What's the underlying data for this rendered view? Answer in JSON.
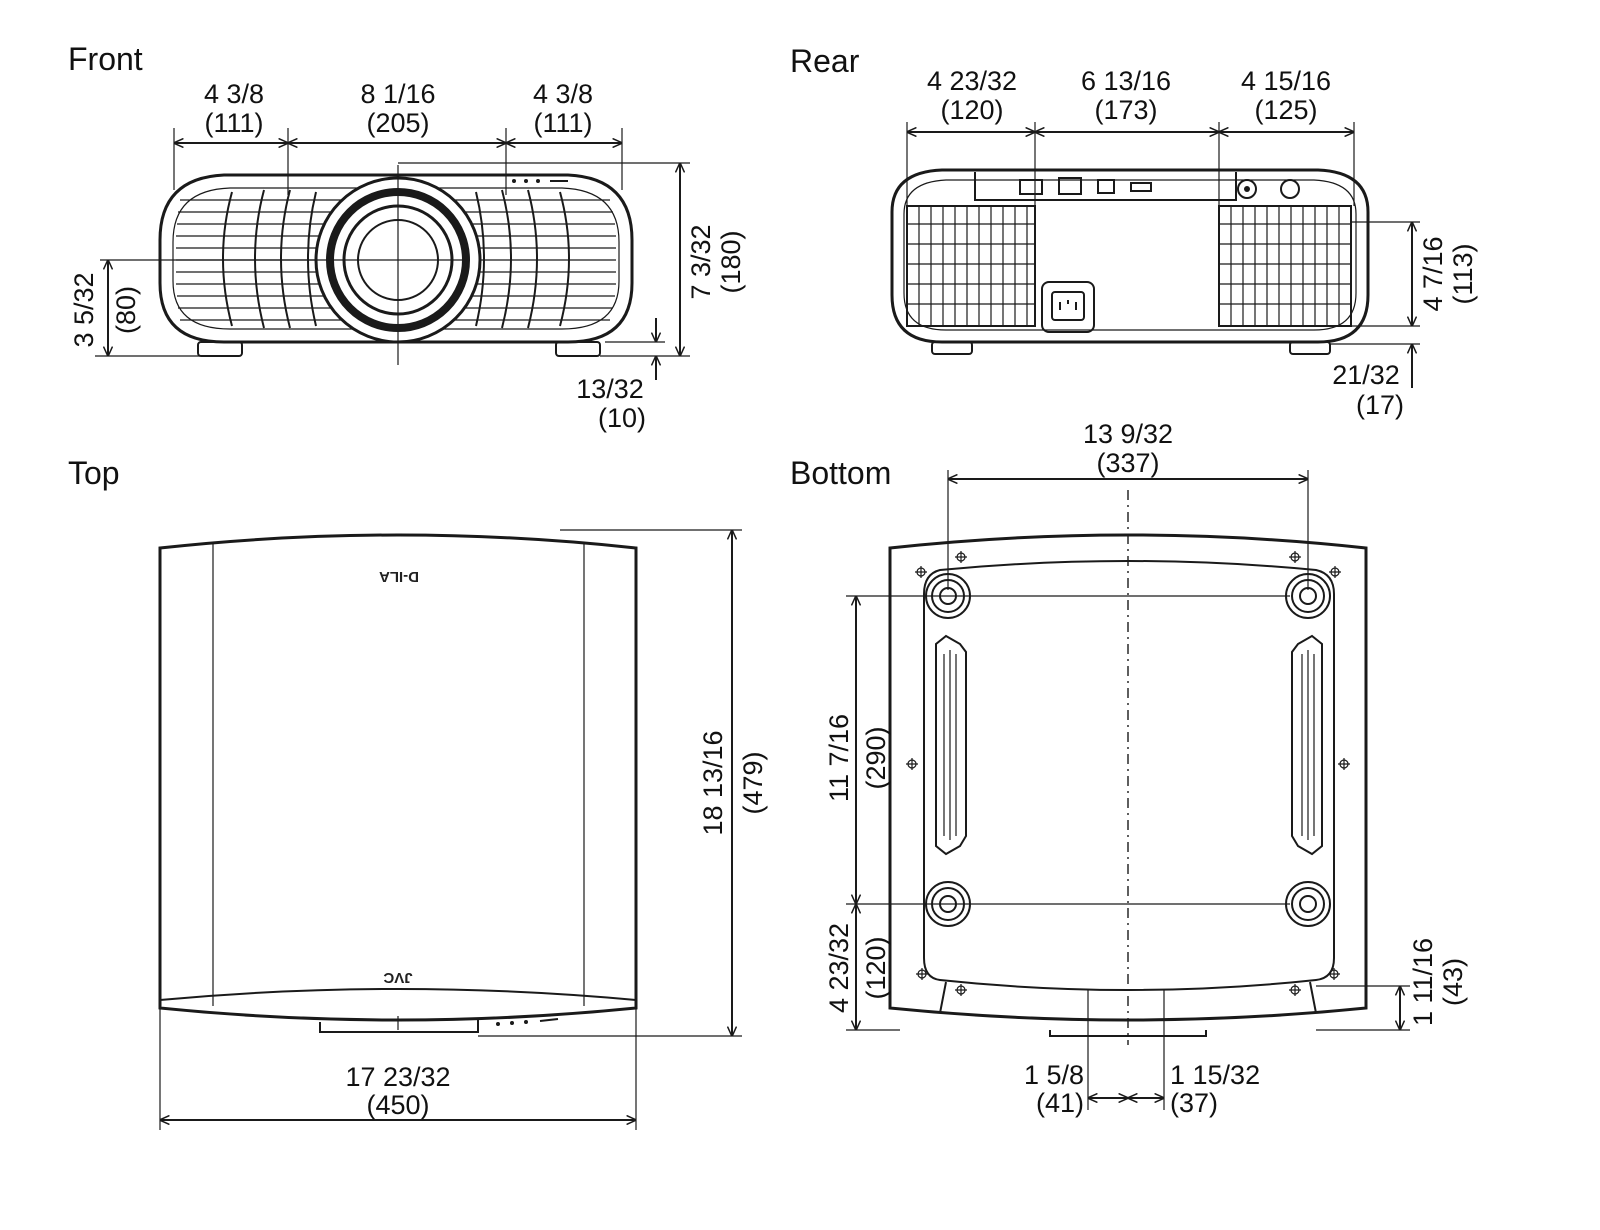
{
  "views": {
    "front": {
      "title": "Front",
      "dims": {
        "left_width": [
          "4 3/8",
          "(111)"
        ],
        "center_width": [
          "8 1/16",
          "(205)"
        ],
        "right_width": [
          "4 3/8",
          "(111)"
        ],
        "lens_height": [
          "3 5/32",
          "(80)"
        ],
        "total_height": [
          "7 3/32",
          "(180)"
        ],
        "foot_height": [
          "13/32",
          "(10)"
        ]
      }
    },
    "rear": {
      "title": "Rear",
      "dims": {
        "left_width": [
          "4 23/32",
          "(120)"
        ],
        "center_width": [
          "6 13/16",
          "(173)"
        ],
        "right_width": [
          "4 15/16",
          "(125)"
        ],
        "vent_height": [
          "4 7/16",
          "(113)"
        ],
        "foot_height": [
          "21/32",
          "(17)"
        ]
      }
    },
    "top": {
      "title": "Top",
      "dims": {
        "width": [
          "17 23/32",
          "(450)"
        ],
        "depth": [
          "18 13/16",
          "(479)"
        ]
      }
    },
    "bottom": {
      "title": "Bottom",
      "dims": {
        "foot_span_x": [
          "13 9/32",
          "(337)"
        ],
        "foot_span_y": [
          "11 7/16",
          "(290)"
        ],
        "front_foot_offset": [
          "4 23/32",
          "(120)"
        ],
        "edge_offset": [
          "1 11/16",
          "(43)"
        ],
        "left_center": [
          "1 5/8",
          "(41)"
        ],
        "right_center": [
          "1 15/32",
          "(37)"
        ]
      }
    }
  },
  "logos": {
    "top_front": "JVC",
    "top_rear": "D-ILA"
  }
}
